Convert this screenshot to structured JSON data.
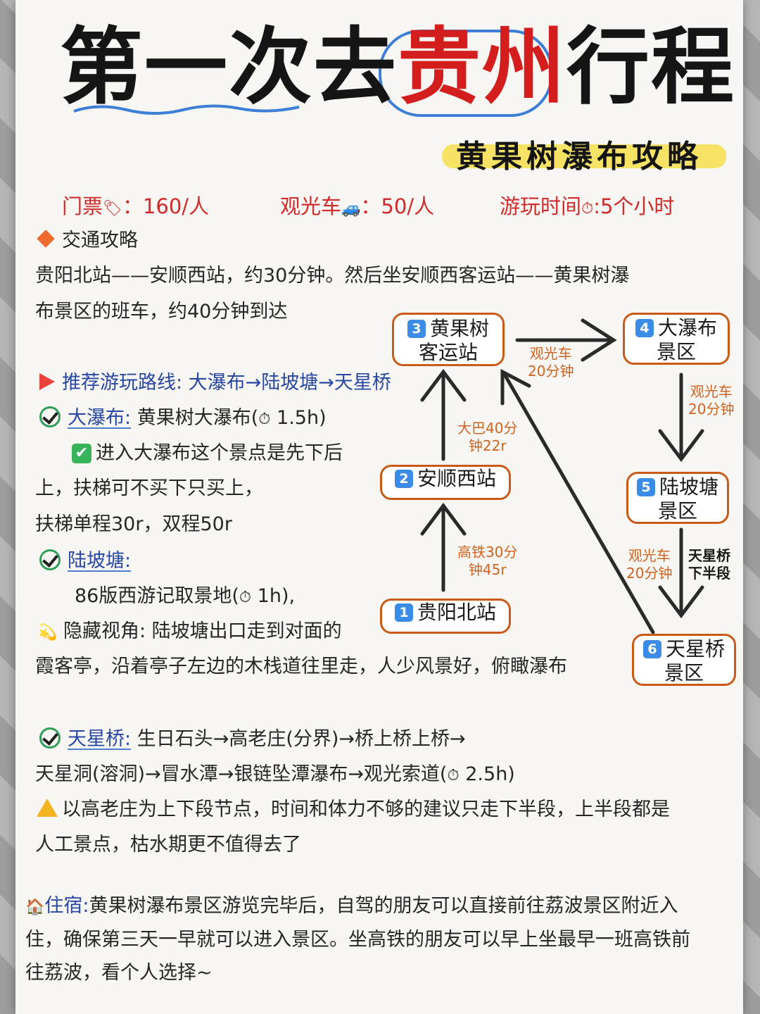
{
  "title": {
    "part1": "第一次去",
    "part2": "贵州",
    "part3": "行程"
  },
  "subtitle": "黄果树瀑布攻略",
  "info": {
    "ticket": "门票",
    "ticket_val": "：160/人",
    "bus": "观光车",
    "bus_val": "：50/人",
    "time": "游玩时间",
    "time_val": ":5个小时"
  },
  "icons": {
    "ticket": "ticket-icon",
    "bus": "bus-icon",
    "time": "stopwatch-icon",
    "section": "orange-diamond-icon",
    "flag": "red-flag-icon",
    "check": "check-mark-icon",
    "hidden": "dizzy-icon",
    "warn": "warning-icon",
    "house": "house-icon"
  },
  "transport": {
    "heading": "交通攻略",
    "line1": "贵阳北站——安顺西站，约30分钟。然后坐安顺西客运站——黄果树瀑",
    "line2": "布景区的班车，约40分钟到达"
  },
  "route": {
    "heading": "推荐游玩路线: 大瀑布→陆坡塘→天星桥",
    "dapubu_name": "大瀑布:",
    "dapubu_desc_a": "黄果树大瀑布(",
    "dapubu_desc_b": "1.5h)",
    "dapubu_tip": "进入大瀑布这个景点是先下后",
    "dapubu_tip2": "上，扶梯可不买下只买上，",
    "dapubu_tip3": "扶梯单程30r，双程50r",
    "lupotang_name": "陆坡塘:",
    "lupotang_desc_a": "86版西游记取景地(",
    "lupotang_desc_b": "1h),",
    "hidden_a": "隐藏视角: 陆坡塘出口走到对面的",
    "hidden_b": "霞客亭，沿着亭子左边的木栈道往里走，人少风景好，俯瞰瀑布",
    "tianxing_name": "天星桥:",
    "tianxing_a": "生日石头→高老庄(分界)→桥上桥上桥→",
    "tianxing_b_a": "天星洞(溶洞)→冒水潭→银链坠潭瀑布→观光索道(",
    "tianxing_b_b": "2.5h)",
    "warn_a": "以高老庄为上下段节点，时间和体力不够的建议只走下半段，上半段都是",
    "warn_b": "人工景点，枯水期更不值得去了"
  },
  "stay": {
    "label": "住宿:",
    "line1": "黄果树瀑布景区游览完毕后，自驾的朋友可以直接前往荔波景区附近入",
    "line2": "住，确保第三天一早就可以进入景区。坐高铁的朋友可以早上坐最早一班高铁前",
    "line3": "往荔波，看个人选择~"
  },
  "map": {
    "n1": "1",
    "s1": "贵阳北站",
    "n2": "2",
    "s2": "安顺西站",
    "n3": "3",
    "s3a": "黄果树",
    "s3b": "客运站",
    "n4": "4",
    "s4a": "大瀑布",
    "s4b": "景区",
    "n5": "5",
    "s5a": "陆坡塘",
    "s5b": "景区",
    "n6": "6",
    "s6a": "天星桥",
    "s6b": "景区",
    "e12a": "高铁30分",
    "e12b": "钟45r",
    "e23a": "大巴40分",
    "e23b": "钟22r",
    "e34a": "观光车",
    "e34b": "20分钟",
    "e45a": "观光车",
    "e45b": "20分钟",
    "e56a": "观光车",
    "e56b": "20分钟",
    "e56c": "天星桥",
    "e56d": "下半段"
  },
  "colors": {
    "accent_red": "#d41e1e",
    "ring_blue": "#3d7fd6",
    "highlight": "#f6e366",
    "box_border": "#c95a18",
    "edge_label": "#d0621f"
  }
}
